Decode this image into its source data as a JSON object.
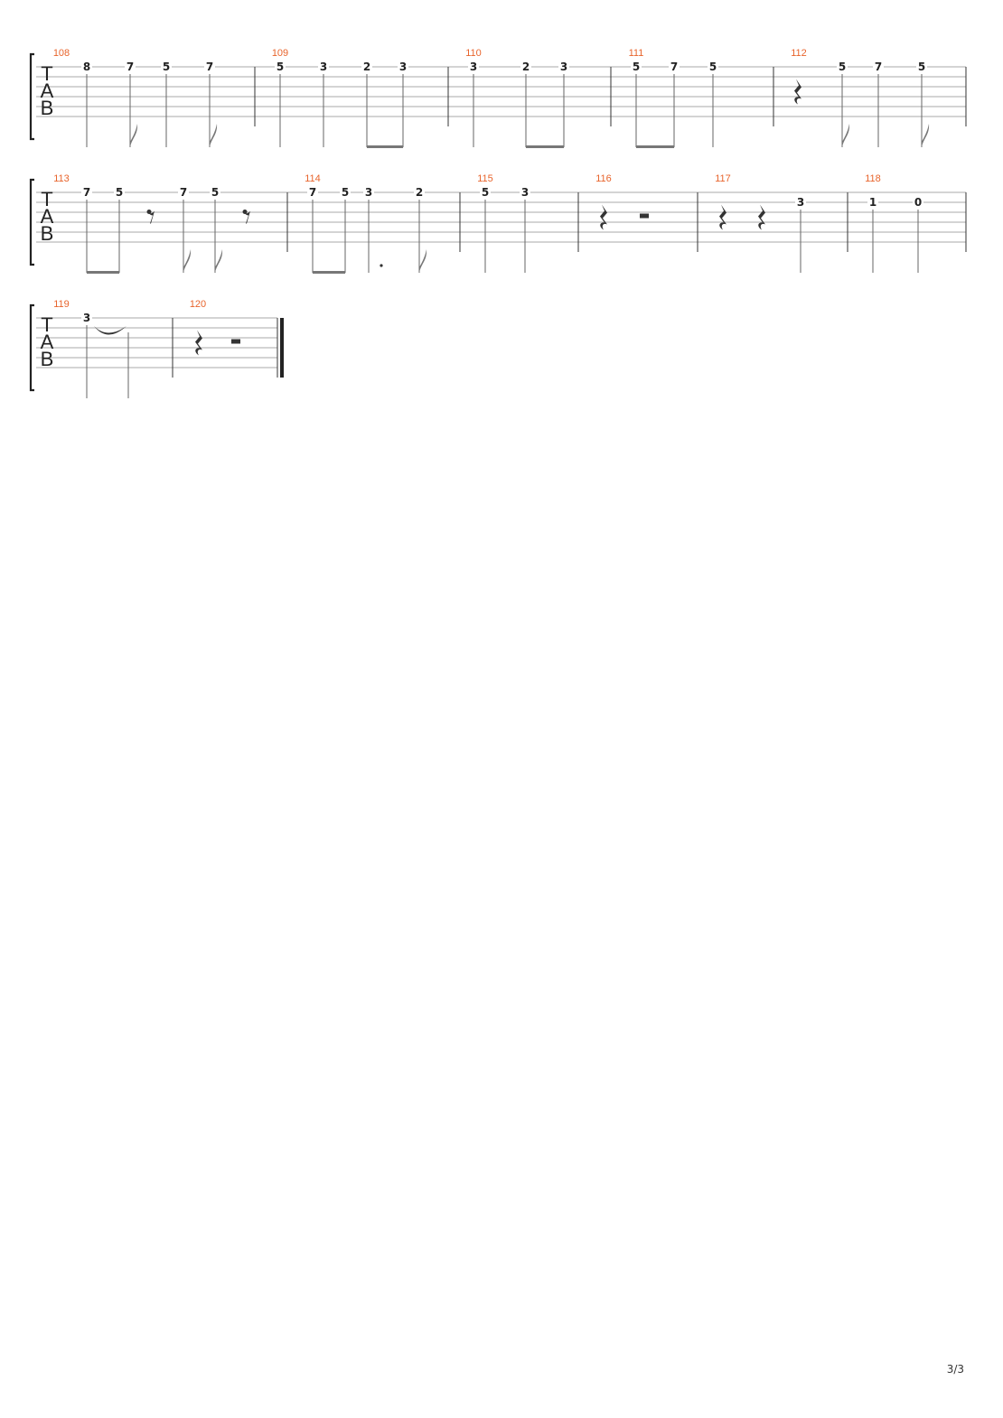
{
  "tab_letters": [
    "T",
    "A",
    "B"
  ],
  "page_number": "3/3",
  "systems": [
    {
      "measures": [
        {
          "number": "108",
          "events": [
            {
              "type": "note",
              "fret": "8",
              "string": 1,
              "dur": "q"
            },
            {
              "type": "note",
              "fret": "7",
              "string": 1,
              "dur": "e"
            },
            {
              "type": "note",
              "fret": "5",
              "string": 1,
              "dur": "q"
            },
            {
              "type": "note",
              "fret": "7",
              "string": 1,
              "dur": "e"
            }
          ]
        },
        {
          "number": "109",
          "events": [
            {
              "type": "note",
              "fret": "5",
              "string": 1,
              "dur": "q"
            },
            {
              "type": "note",
              "fret": "3",
              "string": 1,
              "dur": "q"
            },
            {
              "type": "note",
              "fret": "2",
              "string": 1,
              "dur": "e",
              "beam": "start"
            },
            {
              "type": "note",
              "fret": "3",
              "string": 1,
              "dur": "e",
              "beam": "end"
            }
          ]
        },
        {
          "number": "110",
          "events": [
            {
              "type": "note",
              "fret": "3",
              "string": 1,
              "dur": "q"
            },
            {
              "type": "note",
              "fret": "2",
              "string": 1,
              "dur": "e",
              "beam": "start"
            },
            {
              "type": "note",
              "fret": "3",
              "string": 1,
              "dur": "e",
              "beam": "end"
            }
          ]
        },
        {
          "number": "111",
          "events": [
            {
              "type": "note",
              "fret": "5",
              "string": 1,
              "dur": "e",
              "beam": "start"
            },
            {
              "type": "note",
              "fret": "7",
              "string": 1,
              "dur": "e",
              "beam": "end"
            },
            {
              "type": "note",
              "fret": "5",
              "string": 1,
              "dur": "q"
            }
          ]
        },
        {
          "number": "112",
          "events": [
            {
              "type": "rest",
              "dur": "q"
            },
            {
              "type": "note",
              "fret": "5",
              "string": 1,
              "dur": "e"
            },
            {
              "type": "note",
              "fret": "7",
              "string": 1,
              "dur": "q"
            },
            {
              "type": "note",
              "fret": "5",
              "string": 1,
              "dur": "e"
            }
          ]
        }
      ]
    },
    {
      "measures": [
        {
          "number": "113",
          "events": [
            {
              "type": "note",
              "fret": "7",
              "string": 1,
              "dur": "e",
              "beam": "start"
            },
            {
              "type": "note",
              "fret": "5",
              "string": 1,
              "dur": "e",
              "beam": "end"
            },
            {
              "type": "rest",
              "dur": "e"
            },
            {
              "type": "note",
              "fret": "7",
              "string": 1,
              "dur": "e"
            },
            {
              "type": "note",
              "fret": "5",
              "string": 1,
              "dur": "e"
            },
            {
              "type": "rest",
              "dur": "e"
            }
          ]
        },
        {
          "number": "114",
          "events": [
            {
              "type": "note",
              "fret": "7",
              "string": 1,
              "dur": "e",
              "beam": "start"
            },
            {
              "type": "note",
              "fret": "5",
              "string": 1,
              "dur": "e",
              "beam": "end"
            },
            {
              "type": "note",
              "fret": "3",
              "string": 1,
              "dur": "q",
              "dotted": true
            },
            {
              "type": "note",
              "fret": "2",
              "string": 1,
              "dur": "e"
            }
          ]
        },
        {
          "number": "115",
          "events": [
            {
              "type": "note",
              "fret": "5",
              "string": 1,
              "dur": "q"
            },
            {
              "type": "note",
              "fret": "3",
              "string": 1,
              "dur": "q"
            }
          ]
        },
        {
          "number": "116",
          "events": [
            {
              "type": "rest",
              "dur": "q"
            },
            {
              "type": "rest",
              "dur": "h"
            }
          ]
        },
        {
          "number": "117",
          "events": [
            {
              "type": "rest",
              "dur": "q"
            },
            {
              "type": "rest",
              "dur": "q"
            },
            {
              "type": "note",
              "fret": "3",
              "string": 2,
              "dur": "q"
            }
          ]
        },
        {
          "number": "118",
          "events": [
            {
              "type": "note",
              "fret": "1",
              "string": 2,
              "dur": "q"
            },
            {
              "type": "note",
              "fret": "0",
              "string": 2,
              "dur": "q"
            }
          ]
        }
      ]
    },
    {
      "measures": [
        {
          "number": "119",
          "events": [
            {
              "type": "note",
              "fret": "3",
              "string": 1,
              "dur": "q",
              "tie": "start"
            },
            {
              "type": "tied",
              "string": 1,
              "dur": "q"
            }
          ]
        },
        {
          "number": "120",
          "events": [
            {
              "type": "rest",
              "dur": "q"
            },
            {
              "type": "rest",
              "dur": "h"
            }
          ]
        }
      ]
    }
  ]
}
